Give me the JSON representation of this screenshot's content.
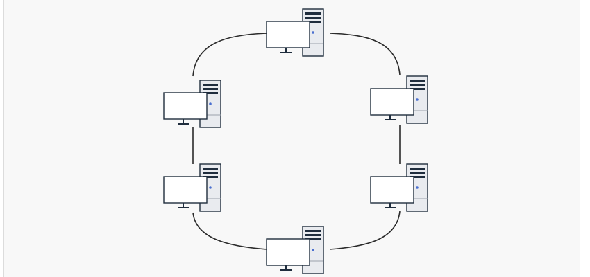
{
  "diagram": {
    "topology": "ring",
    "node_count": 6,
    "nodes": [
      {
        "id": "node-top",
        "icon": "desktop-computer-icon"
      },
      {
        "id": "node-right-upper",
        "icon": "desktop-computer-icon"
      },
      {
        "id": "node-right-lower",
        "icon": "desktop-computer-icon"
      },
      {
        "id": "node-bottom",
        "icon": "desktop-computer-icon"
      },
      {
        "id": "node-left-lower",
        "icon": "desktop-computer-icon"
      },
      {
        "id": "node-left-upper",
        "icon": "desktop-computer-icon"
      }
    ],
    "links": [
      [
        "node-top",
        "node-right-upper"
      ],
      [
        "node-right-upper",
        "node-right-lower"
      ],
      [
        "node-right-lower",
        "node-bottom"
      ],
      [
        "node-bottom",
        "node-left-lower"
      ],
      [
        "node-left-lower",
        "node-left-upper"
      ],
      [
        "node-left-upper",
        "node-top"
      ]
    ],
    "colors": {
      "background": "#f8f8f8",
      "link": "#2b2b2b",
      "monitor_fill": "#ffffff",
      "outline": "#1f2d3d",
      "tower_fill": "#e9ebef",
      "power_led": "#4a6fd0"
    }
  }
}
